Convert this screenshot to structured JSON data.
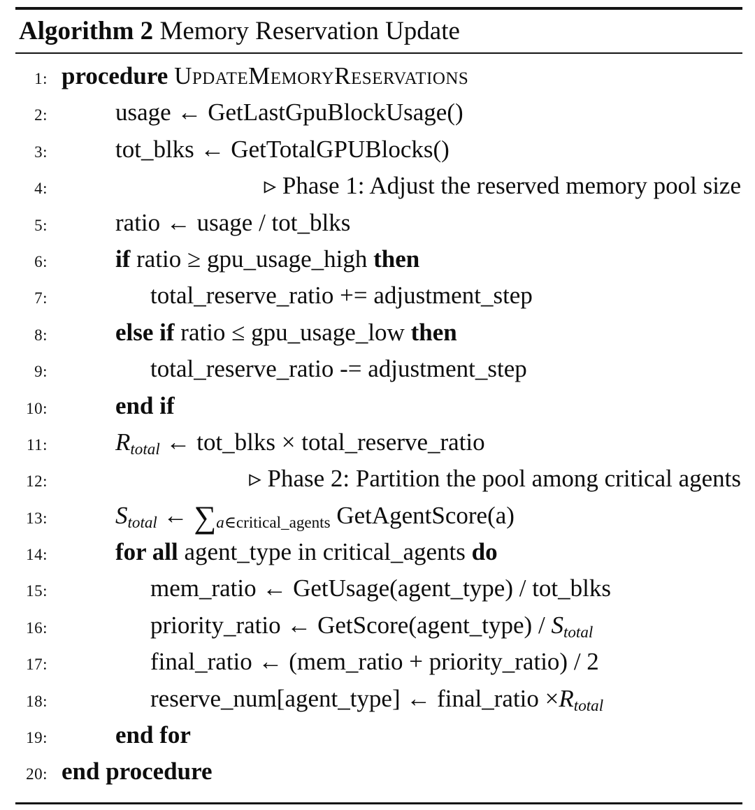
{
  "figure": {
    "caption_label": "Algorithm 2",
    "caption_title": " Memory Reservation Update"
  },
  "lines": [
    {
      "num": "1:",
      "indent": 0,
      "segs": [
        {
          "t": "procedure ",
          "s": "b"
        },
        {
          "t": "UpdateMemoryReservations",
          "s": "sc"
        }
      ]
    },
    {
      "num": "2:",
      "indent": 1,
      "segs": [
        {
          "t": "usage ← GetLastGpuBlockUsage()"
        }
      ]
    },
    {
      "num": "3:",
      "indent": 1,
      "segs": [
        {
          "t": "tot_blks ← GetTotalGPUBlocks()"
        }
      ]
    },
    {
      "num": "4:",
      "indent": 1,
      "align": "right",
      "segs": [
        {
          "t": "▹ Phase 1: Adjust the reserved memory pool size"
        }
      ]
    },
    {
      "num": "5:",
      "indent": 1,
      "segs": [
        {
          "t": "ratio ← usage / tot_blks"
        }
      ]
    },
    {
      "num": "6:",
      "indent": 1,
      "segs": [
        {
          "t": "if ",
          "s": "b"
        },
        {
          "t": "ratio ≥ gpu_usage_high "
        },
        {
          "t": "then",
          "s": "b"
        }
      ]
    },
    {
      "num": "7:",
      "indent": 2,
      "segs": [
        {
          "t": "total_reserve_ratio += adjustment_step"
        }
      ]
    },
    {
      "num": "8:",
      "indent": 1,
      "segs": [
        {
          "t": "else if ",
          "s": "b"
        },
        {
          "t": "ratio ≤ gpu_usage_low "
        },
        {
          "t": "then",
          "s": "b"
        }
      ]
    },
    {
      "num": "9:",
      "indent": 2,
      "segs": [
        {
          "t": "total_reserve_ratio -= adjustment_step"
        }
      ]
    },
    {
      "num": "10:",
      "indent": 1,
      "segs": [
        {
          "t": "end if",
          "s": "b"
        }
      ]
    },
    {
      "num": "11:",
      "indent": 1,
      "segs": [
        {
          "t": "R",
          "s": "i"
        },
        {
          "t": "total",
          "s": "subi"
        },
        {
          "t": " ← tot_blks × total_reserve_ratio"
        }
      ]
    },
    {
      "num": "12:",
      "indent": 1,
      "align": "right",
      "segs": [
        {
          "t": "▹ Phase 2: Partition the pool among critical agents"
        }
      ]
    },
    {
      "num": "13:",
      "indent": 1,
      "segs": [
        {
          "t": "S",
          "s": "i"
        },
        {
          "t": "total",
          "s": "subi"
        },
        {
          "t": " ← "
        },
        {
          "t": "∑",
          "s": "sum"
        },
        {
          "t": "a",
          "s": "subi"
        },
        {
          "t": "∈critical_agents",
          "s": "sub"
        },
        {
          "t": " GetAgentScore(a)"
        }
      ]
    },
    {
      "num": "14:",
      "indent": 1,
      "segs": [
        {
          "t": "for all ",
          "s": "b"
        },
        {
          "t": "agent_type in critical_agents "
        },
        {
          "t": "do",
          "s": "b"
        }
      ]
    },
    {
      "num": "15:",
      "indent": 2,
      "segs": [
        {
          "t": "mem_ratio ← GetUsage(agent_type) / tot_blks"
        }
      ]
    },
    {
      "num": "16:",
      "indent": 2,
      "segs": [
        {
          "t": "priority_ratio ← GetScore(agent_type) / "
        },
        {
          "t": "S",
          "s": "i"
        },
        {
          "t": "total",
          "s": "subi"
        }
      ]
    },
    {
      "num": "17:",
      "indent": 2,
      "segs": [
        {
          "t": "final_ratio ← (mem_ratio + priority_ratio) / 2"
        }
      ]
    },
    {
      "num": "18:",
      "indent": 2,
      "segs": [
        {
          "t": "reserve_num[agent_type] ← final_ratio ×"
        },
        {
          "t": "R",
          "s": "i"
        },
        {
          "t": "total",
          "s": "subi"
        }
      ]
    },
    {
      "num": "19:",
      "indent": 1,
      "segs": [
        {
          "t": "end for",
          "s": "b"
        }
      ]
    },
    {
      "num": "20:",
      "indent": 0,
      "segs": [
        {
          "t": "end procedure",
          "s": "b"
        }
      ]
    }
  ]
}
